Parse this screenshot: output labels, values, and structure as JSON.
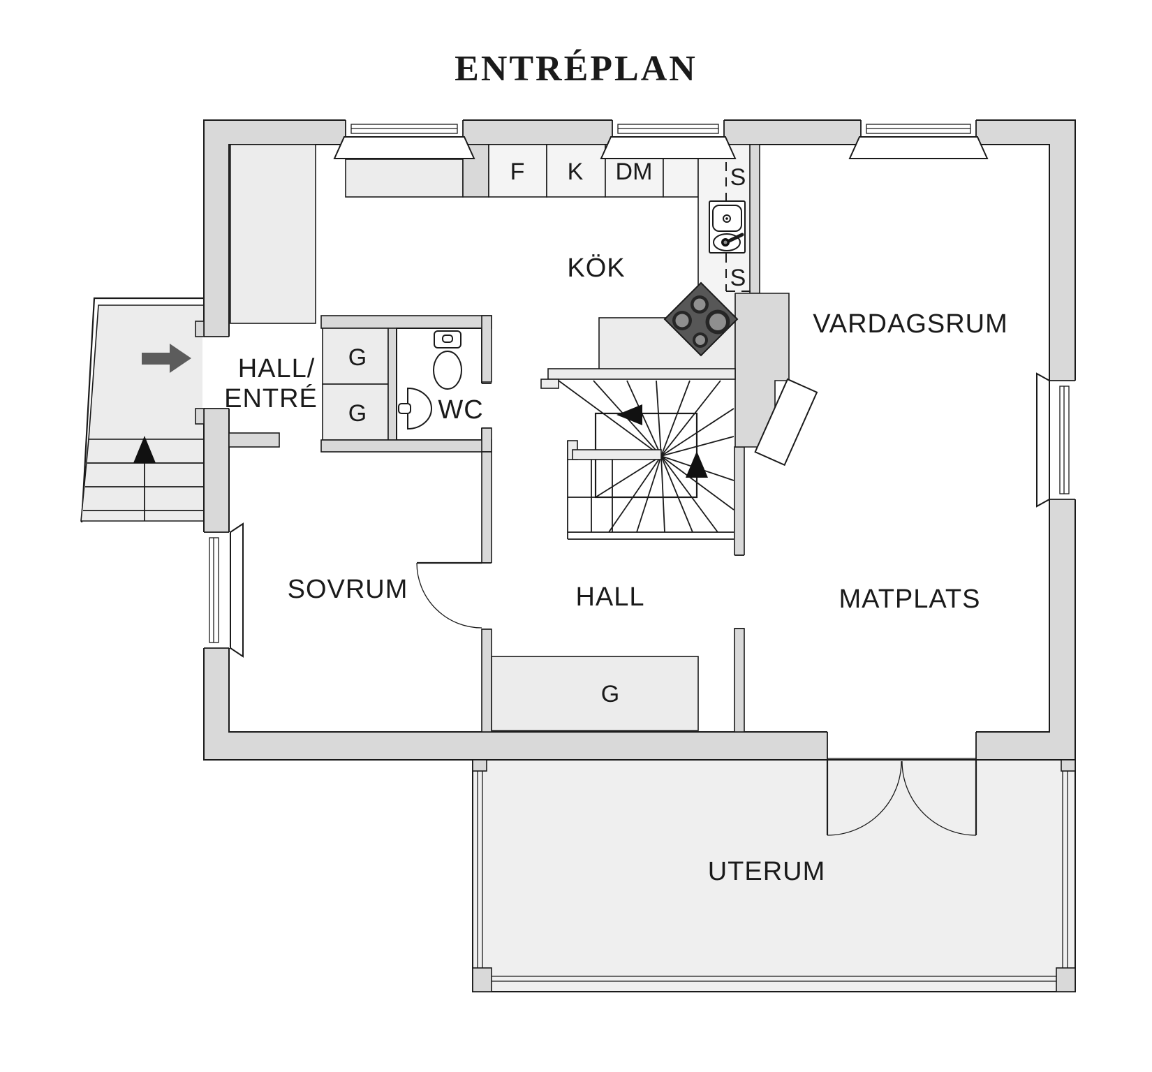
{
  "title": "ENTRÉPLAN",
  "rooms": {
    "hall_entre": {
      "line1": "HALL/",
      "line2": "ENTRÉ"
    },
    "kok": "KÖK",
    "vardagsrum": "VARDAGSRUM",
    "sovrum": "SOVRUM",
    "hall": "HALL",
    "matplats": "MATPLATS",
    "uterum": "UTERUM",
    "wc": "WC"
  },
  "fixtures": {
    "cabinet_f": "F",
    "cabinet_k": "K",
    "cabinet_dm": "DM",
    "tall_unit_upper": "S",
    "tall_unit_lower": "S",
    "wardrobe_upper": "G",
    "wardrobe_lower": "G",
    "hall_closet": "G"
  },
  "colors": {
    "wall": "#d9d9d9",
    "furniture": "#ececec",
    "cabinet": "#f4f4f4",
    "floor": "#ffffff",
    "uterum": "#efefef",
    "outline": "#1a1a1a",
    "stove": "#575757",
    "burner": "#8f8f8f",
    "burner_ring": "#262626",
    "arrow": "#5c5c5c",
    "text": "#1a1a1a"
  }
}
